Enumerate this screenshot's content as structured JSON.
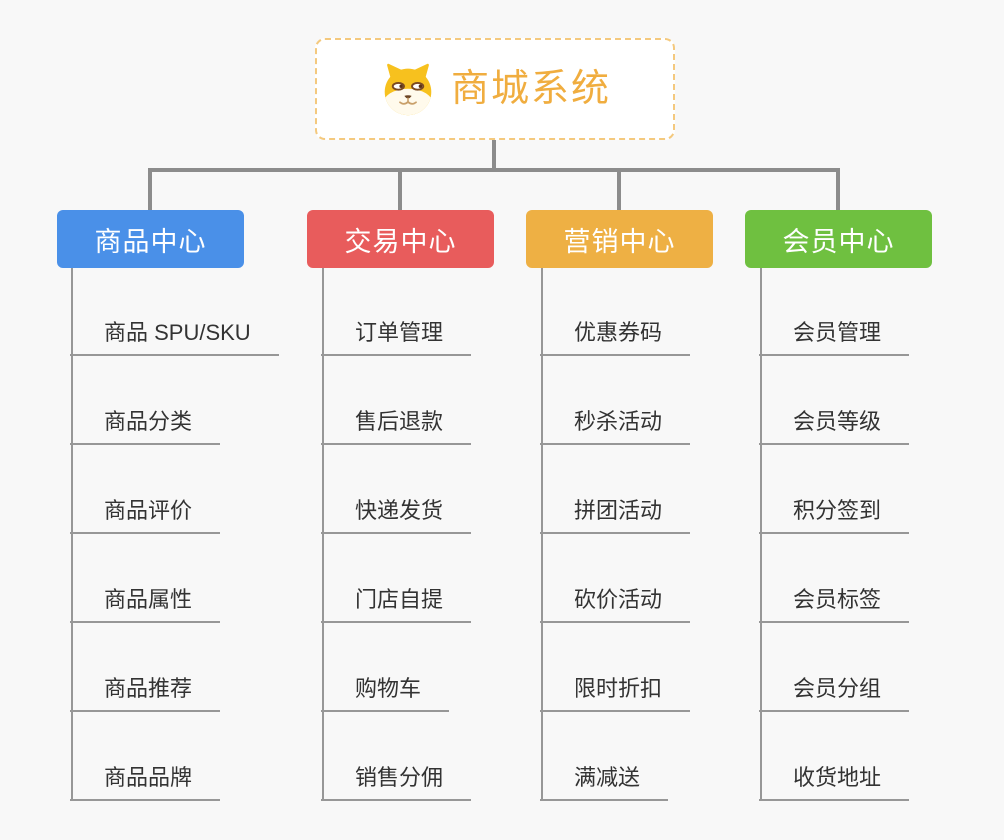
{
  "page": {
    "background": "#f8f8f8",
    "connector_color": "#8c8c8c",
    "leaf_line_color": "#979797"
  },
  "root": {
    "title": "商城系统",
    "icon": "shiba-dog-icon",
    "text_color": "#f0ad3f",
    "border_color": "#f4c97e"
  },
  "branches": [
    {
      "label": "商品中心",
      "color": "#4a90e8",
      "items": [
        "商品 SPU/SKU",
        "商品分类",
        "商品评价",
        "商品属性",
        "商品推荐",
        "商品品牌"
      ]
    },
    {
      "label": "交易中心",
      "color": "#e85c5c",
      "items": [
        "订单管理",
        "售后退款",
        "快递发货",
        "门店自提",
        "购物车",
        "销售分佣"
      ]
    },
    {
      "label": "营销中心",
      "color": "#eeb044",
      "items": [
        "优惠券码",
        "秒杀活动",
        "拼团活动",
        "砍价活动",
        "限时折扣",
        "满减送"
      ]
    },
    {
      "label": "会员中心",
      "color": "#6fc040",
      "items": [
        "会员管理",
        "会员等级",
        "积分签到",
        "会员标签",
        "会员分组",
        "收货地址"
      ]
    }
  ]
}
